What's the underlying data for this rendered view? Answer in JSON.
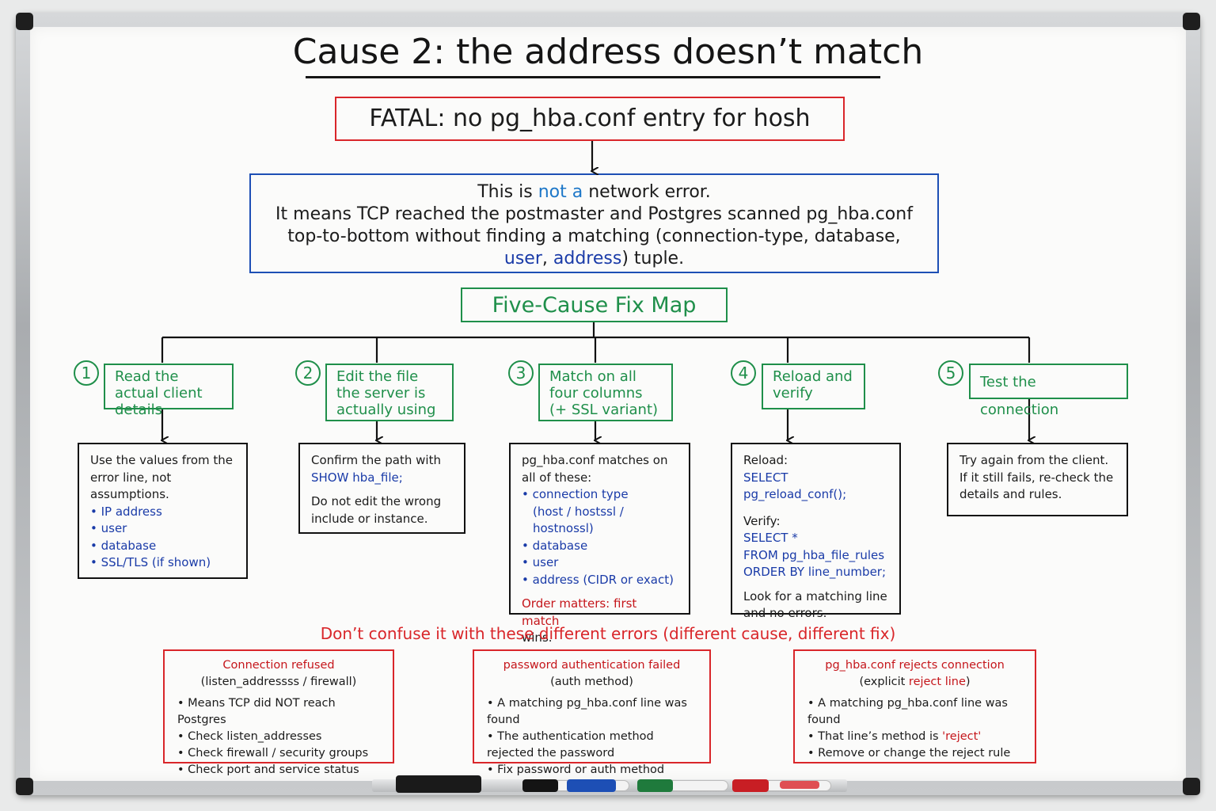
{
  "title": "Cause 2: the address doesn’t match",
  "error": "FATAL: no pg_hba.conf entry for hosh",
  "explanation": {
    "pre": "This is ",
    "highlight": "not a",
    "post": " network error.",
    "line2": "It means TCP reached the postmaster and Postgres scanned pg_hba.conf",
    "line3": "top-to-bottom without finding a matching (connection-type, database,",
    "user": "user",
    "sep": ", ",
    "address": "address",
    "tail": ") tuple."
  },
  "map_title": "Five-Cause Fix Map",
  "steps": [
    {
      "num": "1",
      "label": "Read the actual client details"
    },
    {
      "num": "2",
      "label": "Edit the file the server is actually using"
    },
    {
      "num": "3",
      "label": "Match on all four columns (+ SSL variant)"
    },
    {
      "num": "4",
      "label": "Reload and verify"
    },
    {
      "num": "5",
      "label": "Test the connection"
    }
  ],
  "details": {
    "d1": {
      "intro": "Use the values from the error line, not assumptions.",
      "items": [
        "IP address",
        "user",
        "database",
        "SSL/TLS (if shown)"
      ]
    },
    "d2": {
      "intro": "Confirm the path with",
      "code": "SHOW hba_file;",
      "note": "Do not edit the wrong include or instance."
    },
    "d3": {
      "intro": "pg_hba.conf matches on all of these:",
      "items": [
        "connection type",
        "database",
        "user",
        "address (CIDR or exact)"
      ],
      "sub": "(host / hostssl / hostnossl)",
      "warn": "Order matters: first match",
      "warn_tail": "wins."
    },
    "d4": {
      "reload_label": "Reload:",
      "reload_code": "SELECT pg_reload_conf();",
      "verify_label": "Verify:",
      "verify_code": [
        "SELECT *",
        "FROM pg_hba_file_rules",
        "ORDER BY line_number;"
      ],
      "note": "Look for a matching line and no errors."
    },
    "d5": {
      "text": "Try again from the client. If it still fails, re-check the details and rules."
    }
  },
  "dont": "Don’t confuse it with these different errors (different cause, different fix)",
  "errors": [
    {
      "head": "Connection refused",
      "sub": "(listen_addressss / firewall)",
      "items": [
        "Means TCP did NOT reach Postgres",
        "Check listen_addresses",
        "Check firewall / security groups",
        "Check port and service status"
      ]
    },
    {
      "head": "password authentication failed",
      "sub": "(auth method)",
      "items": [
        "A matching pg_hba.conf line was found",
        "The authentication method rejected the password",
        "Fix password or auth method"
      ]
    },
    {
      "head": "pg_hba.conf rejects connection",
      "sub_pre": "(explicit ",
      "sub_hl": "reject line",
      "sub_post": ")",
      "items": [
        "A matching pg_hba.conf line was found",
        "Remove or change the reject rule"
      ],
      "item_mid_pre": "That line’s method is ",
      "item_mid_hl": "'reject'"
    }
  ],
  "colors": {
    "red": "#d9262a",
    "blue": "#1d4fb5",
    "green": "#1f8f4a",
    "navy": "#1a3ba8"
  }
}
